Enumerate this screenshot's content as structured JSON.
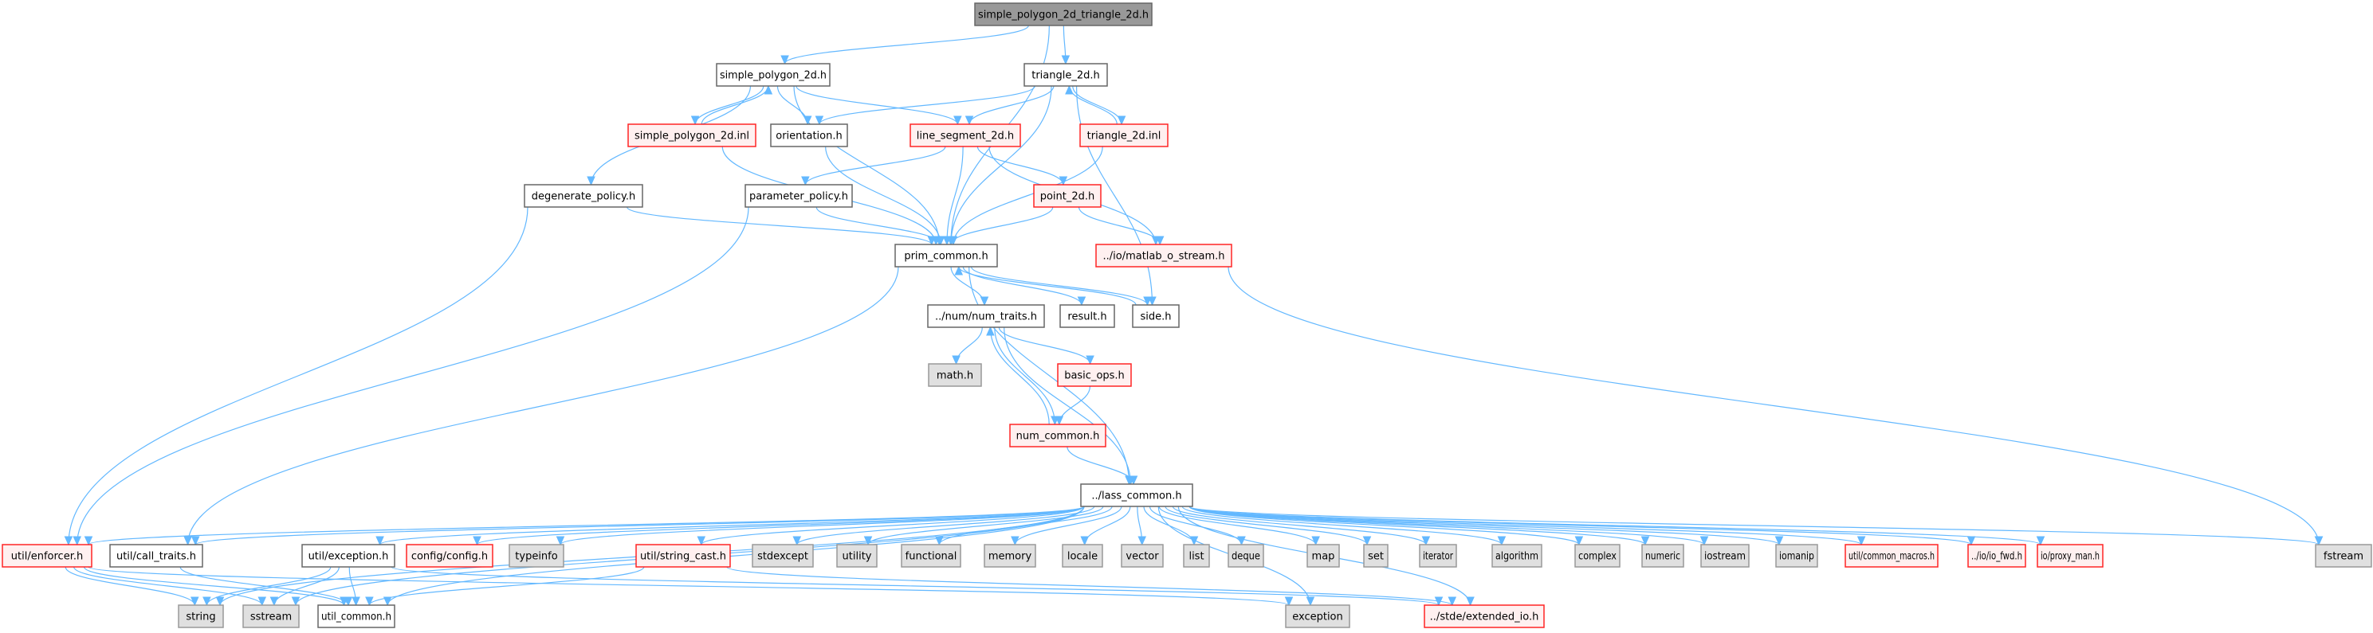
{
  "diagram": {
    "title": "simple_polygon_2d_triangle_2d.h",
    "type": "include-dependency-graph",
    "colors": {
      "edge": "#63b8ff",
      "root_fill": "#999999",
      "normal_fill": "#ffffff",
      "missing_fill": "#fff0f0",
      "missing_border": "#ff0000",
      "system_fill": "#e0e0e0"
    },
    "nodes": [
      {
        "id": "root",
        "label": "simple_polygon_2d_triangle_2d.h",
        "kind": "root"
      },
      {
        "id": "sp2d",
        "label": "simple_polygon_2d.h",
        "kind": "normal"
      },
      {
        "id": "tri2d",
        "label": "triangle_2d.h",
        "kind": "normal"
      },
      {
        "id": "sp2dinl",
        "label": "simple_polygon_2d.inl",
        "kind": "missing"
      },
      {
        "id": "orient",
        "label": "orientation.h",
        "kind": "normal"
      },
      {
        "id": "lineseg",
        "label": "line_segment_2d.h",
        "kind": "missing"
      },
      {
        "id": "tri2dinl",
        "label": "triangle_2d.inl",
        "kind": "missing"
      },
      {
        "id": "degpol",
        "label": "degenerate_policy.h",
        "kind": "normal"
      },
      {
        "id": "parpol",
        "label": "parameter_policy.h",
        "kind": "normal"
      },
      {
        "id": "point2d",
        "label": "point_2d.h",
        "kind": "missing"
      },
      {
        "id": "primc",
        "label": "prim_common.h",
        "kind": "normal"
      },
      {
        "id": "matlab",
        "label": "../io/matlab_o_stream.h",
        "kind": "missing"
      },
      {
        "id": "numtraits",
        "label": "../num/num_traits.h",
        "kind": "normal"
      },
      {
        "id": "result",
        "label": "result.h",
        "kind": "normal"
      },
      {
        "id": "side",
        "label": "side.h",
        "kind": "normal"
      },
      {
        "id": "math",
        "label": "math.h",
        "kind": "system"
      },
      {
        "id": "basicops",
        "label": "basic_ops.h",
        "kind": "missing"
      },
      {
        "id": "numcommon",
        "label": "num_common.h",
        "kind": "missing"
      },
      {
        "id": "lass",
        "label": "../lass_common.h",
        "kind": "normal"
      },
      {
        "id": "enforcer",
        "label": "util/enforcer.h",
        "kind": "missing"
      },
      {
        "id": "calltraits",
        "label": "util/call_traits.h",
        "kind": "normal"
      },
      {
        "id": "exceptionh",
        "label": "util/exception.h",
        "kind": "normal"
      },
      {
        "id": "config",
        "label": "config/config.h",
        "kind": "missing"
      },
      {
        "id": "typeinfo",
        "label": "typeinfo",
        "kind": "system"
      },
      {
        "id": "strcast",
        "label": "util/string_cast.h",
        "kind": "missing"
      },
      {
        "id": "stdexcept",
        "label": "stdexcept",
        "kind": "system"
      },
      {
        "id": "utility",
        "label": "utility",
        "kind": "system"
      },
      {
        "id": "functional",
        "label": "functional",
        "kind": "system"
      },
      {
        "id": "memory",
        "label": "memory",
        "kind": "system"
      },
      {
        "id": "locale",
        "label": "locale",
        "kind": "system"
      },
      {
        "id": "vector",
        "label": "vector",
        "kind": "system"
      },
      {
        "id": "list",
        "label": "list",
        "kind": "system"
      },
      {
        "id": "deque",
        "label": "deque",
        "kind": "system"
      },
      {
        "id": "map",
        "label": "map",
        "kind": "system"
      },
      {
        "id": "set",
        "label": "set",
        "kind": "system"
      },
      {
        "id": "iterator",
        "label": "iterator",
        "kind": "system"
      },
      {
        "id": "algorithm",
        "label": "algorithm",
        "kind": "system"
      },
      {
        "id": "complex",
        "label": "complex",
        "kind": "system"
      },
      {
        "id": "numeric",
        "label": "numeric",
        "kind": "system"
      },
      {
        "id": "iostream",
        "label": "iostream",
        "kind": "system"
      },
      {
        "id": "iomanip",
        "label": "iomanip",
        "kind": "system"
      },
      {
        "id": "commonmacros",
        "label": "util/common_macros.h",
        "kind": "missing"
      },
      {
        "id": "iofwd",
        "label": "../io/io_fwd.h",
        "kind": "missing"
      },
      {
        "id": "proxyman",
        "label": "io/proxy_man.h",
        "kind": "missing"
      },
      {
        "id": "fstream",
        "label": "fstream",
        "kind": "system"
      },
      {
        "id": "string",
        "label": "string",
        "kind": "system"
      },
      {
        "id": "sstream",
        "label": "sstream",
        "kind": "system"
      },
      {
        "id": "utilcommon",
        "label": "util_common.h",
        "kind": "normal"
      },
      {
        "id": "exception",
        "label": "exception",
        "kind": "system"
      },
      {
        "id": "extio",
        "label": "../stde/extended_io.h",
        "kind": "missing"
      }
    ],
    "edges": [
      {
        "from": "root",
        "to": "sp2d"
      },
      {
        "from": "root",
        "to": "tri2d"
      },
      {
        "from": "root",
        "to": "primc"
      },
      {
        "from": "sp2d",
        "to": "sp2dinl"
      },
      {
        "from": "sp2dinl",
        "to": "sp2d"
      },
      {
        "from": "sp2d",
        "to": "orient"
      },
      {
        "from": "sp2d",
        "to": "lineseg"
      },
      {
        "from": "sp2d",
        "to": "degpol"
      },
      {
        "from": "sp2d",
        "to": "primc"
      },
      {
        "from": "sp2dinl",
        "to": "primc"
      },
      {
        "from": "tri2d",
        "to": "orient"
      },
      {
        "from": "tri2d",
        "to": "lineseg"
      },
      {
        "from": "tri2d",
        "to": "tri2dinl"
      },
      {
        "from": "tri2dinl",
        "to": "tri2d"
      },
      {
        "from": "tri2d",
        "to": "primc"
      },
      {
        "from": "tri2d",
        "to": "side"
      },
      {
        "from": "tri2dinl",
        "to": "primc"
      },
      {
        "from": "orient",
        "to": "primc"
      },
      {
        "from": "lineseg",
        "to": "parpol"
      },
      {
        "from": "lineseg",
        "to": "point2d"
      },
      {
        "from": "lineseg",
        "to": "primc"
      },
      {
        "from": "lineseg",
        "to": "matlab"
      },
      {
        "from": "point2d",
        "to": "primc"
      },
      {
        "from": "point2d",
        "to": "matlab"
      },
      {
        "from": "degpol",
        "to": "primc"
      },
      {
        "from": "degpol",
        "to": "enforcer"
      },
      {
        "from": "parpol",
        "to": "primc"
      },
      {
        "from": "parpol",
        "to": "enforcer"
      },
      {
        "from": "primc",
        "to": "numtraits"
      },
      {
        "from": "primc",
        "to": "result"
      },
      {
        "from": "primc",
        "to": "side"
      },
      {
        "from": "side",
        "to": "primc"
      },
      {
        "from": "primc",
        "to": "lass"
      },
      {
        "from": "primc",
        "to": "calltraits"
      },
      {
        "from": "matlab",
        "to": "fstream"
      },
      {
        "from": "numtraits",
        "to": "math"
      },
      {
        "from": "numtraits",
        "to": "basicops"
      },
      {
        "from": "numtraits",
        "to": "numcommon"
      },
      {
        "from": "numcommon",
        "to": "numtraits"
      },
      {
        "from": "basicops",
        "to": "numcommon"
      },
      {
        "from": "numcommon",
        "to": "lass"
      },
      {
        "from": "numtraits",
        "to": "lass"
      },
      {
        "from": "lass",
        "to": "enforcer"
      },
      {
        "from": "lass",
        "to": "calltraits"
      },
      {
        "from": "lass",
        "to": "exceptionh"
      },
      {
        "from": "lass",
        "to": "config"
      },
      {
        "from": "lass",
        "to": "typeinfo"
      },
      {
        "from": "lass",
        "to": "strcast"
      },
      {
        "from": "lass",
        "to": "stdexcept"
      },
      {
        "from": "lass",
        "to": "utility"
      },
      {
        "from": "lass",
        "to": "functional"
      },
      {
        "from": "lass",
        "to": "memory"
      },
      {
        "from": "lass",
        "to": "locale"
      },
      {
        "from": "lass",
        "to": "vector"
      },
      {
        "from": "lass",
        "to": "list"
      },
      {
        "from": "lass",
        "to": "deque"
      },
      {
        "from": "lass",
        "to": "map"
      },
      {
        "from": "lass",
        "to": "set"
      },
      {
        "from": "lass",
        "to": "iterator"
      },
      {
        "from": "lass",
        "to": "algorithm"
      },
      {
        "from": "lass",
        "to": "complex"
      },
      {
        "from": "lass",
        "to": "numeric"
      },
      {
        "from": "lass",
        "to": "iostream"
      },
      {
        "from": "lass",
        "to": "iomanip"
      },
      {
        "from": "lass",
        "to": "commonmacros"
      },
      {
        "from": "lass",
        "to": "iofwd"
      },
      {
        "from": "lass",
        "to": "proxyman"
      },
      {
        "from": "lass",
        "to": "fstream"
      },
      {
        "from": "lass",
        "to": "string"
      },
      {
        "from": "lass",
        "to": "sstream"
      },
      {
        "from": "lass",
        "to": "utilcommon"
      },
      {
        "from": "lass",
        "to": "exception"
      },
      {
        "from": "lass",
        "to": "extio"
      },
      {
        "from": "enforcer",
        "to": "string"
      },
      {
        "from": "enforcer",
        "to": "sstream"
      },
      {
        "from": "enforcer",
        "to": "utilcommon"
      },
      {
        "from": "enforcer",
        "to": "exception"
      },
      {
        "from": "calltraits",
        "to": "utilcommon"
      },
      {
        "from": "exceptionh",
        "to": "string"
      },
      {
        "from": "exceptionh",
        "to": "sstream"
      },
      {
        "from": "exceptionh",
        "to": "utilcommon"
      },
      {
        "from": "exceptionh",
        "to": "extio"
      },
      {
        "from": "strcast",
        "to": "utilcommon"
      },
      {
        "from": "strcast",
        "to": "extio"
      }
    ]
  }
}
